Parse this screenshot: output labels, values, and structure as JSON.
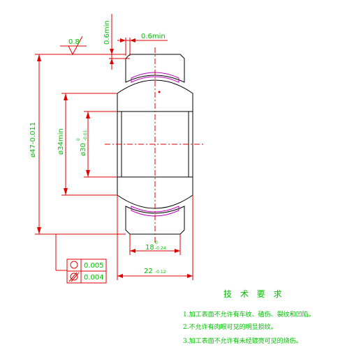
{
  "drawing": {
    "roughness": "0.8",
    "dim_top_vertical": "0.6min",
    "dim_top_horizontal": "0.6min",
    "dim_outer_diameter": {
      "text": "ø47-0.011",
      "tol": ""
    },
    "dim_sphere_diameter": {
      "text": "ø34min",
      "tol": ""
    },
    "dim_bore_diameter": {
      "text": "ø30",
      "tol_upper": "0",
      "tol_lower": "-0.01"
    },
    "dim_inner_width": {
      "text": "18",
      "tol_upper": "0",
      "tol_lower": "-0.24"
    },
    "dim_outer_width": {
      "text": "22",
      "tol_upper": "",
      "tol_lower": "-0.12"
    },
    "tolerance_frames": [
      {
        "symbol": "roundness-symbol",
        "value": "0.005"
      },
      {
        "symbol": "cylindricity-symbol",
        "value": "0.004"
      }
    ]
  },
  "notes": {
    "title": "技 术 要 求",
    "lines": [
      "1.加工表面不允许有车纹、磕伤、裂纹和凹陷。",
      "2.不允许有肉眼可见的明显损纹。",
      "3.加工表面不允许有未经镀亮可见的烧伤。"
    ]
  },
  "colors": {
    "dimension": "#e00000",
    "text": "#00c000",
    "section": "#c000c0",
    "outline": "#000000"
  }
}
